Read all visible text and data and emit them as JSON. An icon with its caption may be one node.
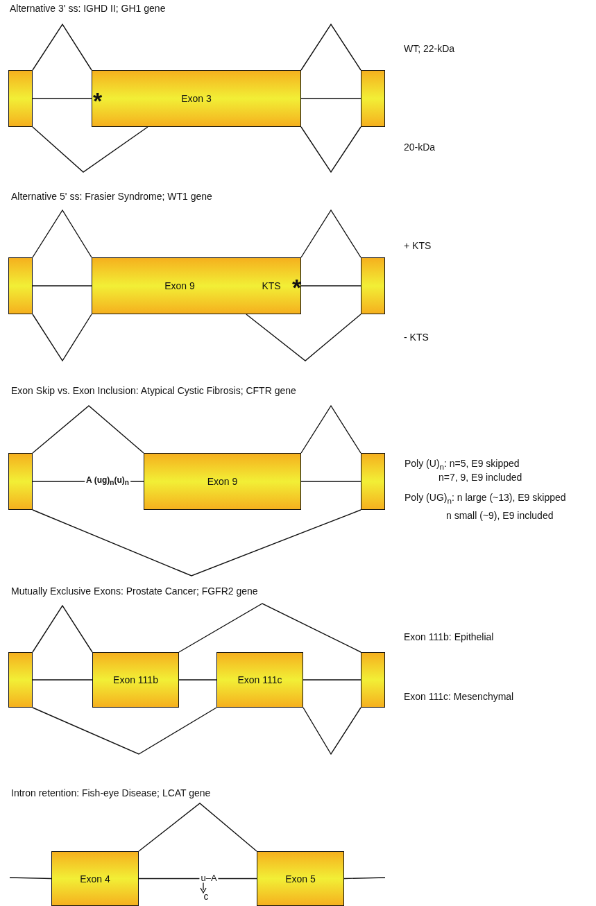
{
  "diagram": {
    "nodes": [
      {
        "text": [],
        "shape": "box"
      },
      {
        "text": [
          "Exon 3"
        ]
      },
      {
        "text": [],
        "shape": "box"
      },
      {
        "text": [],
        "shape": "box"
      },
      {
        "text": [
          "Exon 9",
          "KTS"
        ]
      },
      {
        "text": [],
        "shape": "box"
      },
      {
        "text": [],
        "shape": "box"
      },
      {
        "text": [
          "Exon 9"
        ]
      },
      {
        "text": [],
        "shape": "box"
      },
      {
        "text": [],
        "shape": "box"
      },
      {
        "text": [
          "Exon 111b"
        ]
      },
      {
        "text": [
          "Exon 111c"
        ]
      },
      {
        "text": [],
        "shape": "box"
      },
      {
        "text": [
          "Exon 4"
        ]
      },
      {
        "text": [
          "Exon 5"
        ]
      }
    ],
    "edges": [
      {
        "from": 0,
        "to": 1,
        "arrow": "none"
      },
      {
        "from": 0,
        "to": 1,
        "arrow": "none"
      },
      {
        "from": 0,
        "to": 1,
        "arrow": "none"
      },
      {
        "from": 1,
        "to": 2,
        "arrow": "none"
      },
      {
        "from": 1,
        "to": 2,
        "arrow": "none"
      },
      {
        "from": 1,
        "to": 2,
        "arrow": "none"
      },
      {
        "from": 3,
        "to": 4,
        "arrow": "none"
      },
      {
        "from": 3,
        "to": 4,
        "arrow": "none"
      },
      {
        "from": 3,
        "to": 4,
        "arrow": "none"
      },
      {
        "from": 4,
        "to": 5,
        "arrow": "none"
      },
      {
        "from": 4,
        "to": 5,
        "arrow": "none"
      },
      {
        "from": 4,
        "to": 5,
        "arrow": "none"
      },
      {
        "from": 6,
        "to": 7,
        "arrow": "none"
      },
      {
        "from": 6,
        "to": 7,
        "arrow": "none",
        "label": "A (ug)$_{n}$(u)$_{n}$"
      },
      {
        "from": 7,
        "to": 8,
        "arrow": "none"
      },
      {
        "from": 7,
        "to": 8,
        "arrow": "none"
      },
      {
        "from": 6,
        "to": 8,
        "arrow": "none"
      },
      {
        "from": 9,
        "to": 10,
        "arrow": "none"
      },
      {
        "from": 9,
        "to": 10,
        "arrow": "none"
      },
      {
        "from": 10,
        "to": 11,
        "arrow": "none"
      },
      {
        "from": 10,
        "to": 12,
        "arrow": "none"
      },
      {
        "from": 11,
        "to": 12,
        "arrow": "none"
      },
      {
        "from": 9,
        "to": 11,
        "arrow": "none"
      },
      {
        "from": 11,
        "to": 12,
        "arrow": "none"
      },
      {
        "from": null,
        "to": 13,
        "arrow": "none"
      },
      {
        "from": 13,
        "to": 14,
        "arrow": "none",
        "label": "u–A"
      },
      {
        "from": 13,
        "to": 14,
        "arrow": "none"
      },
      {
        "from": 14,
        "to": null,
        "arrow": "none"
      }
    ],
    "labels": [
      "Alternative 3' ss: IGHD II; GH1 gene",
      "*",
      "WT; 22-kDa",
      "20-kDa",
      "Alternative 5' ss: Frasier Syndrome; WT1 gene",
      "*",
      "+ KTS",
      "- KTS",
      "Exon Skip vs. Exon Inclusion: Atypical Cystic Fibrosis; CFTR gene",
      "Poly (U)$_{n}$: n=5, E9 skipped",
      "n=7, 9, E9 included",
      "Poly (UG)$_{n}$: n large (~13), E9 skipped",
      "n small (~9), E9 included",
      "Mutually Exclusive Exons: Prostate Cancer; FGFR2 gene",
      "Exon 111b: Epithelial",
      "Exon 111c: Mesenchymal",
      "Intron retention: Fish-eye Disease; LCAT gene",
      "c"
    ]
  }
}
